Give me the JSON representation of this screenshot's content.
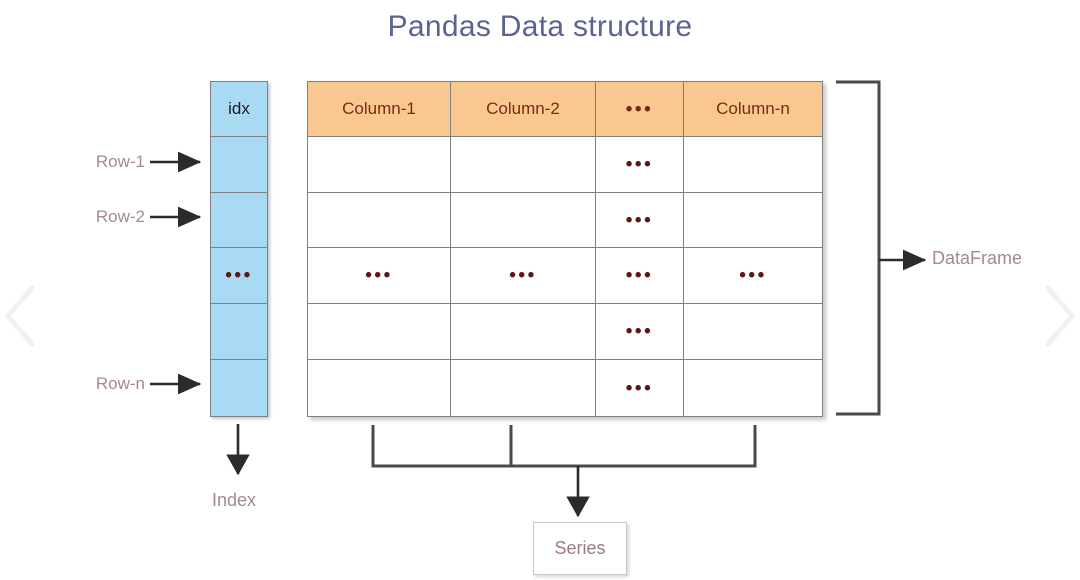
{
  "title": "Pandas Data structure",
  "index_column": {
    "header": "idx",
    "cells": [
      "",
      "",
      "•••",
      "",
      ""
    ],
    "fill_color": "#a9daf4",
    "border_color": "#7f7f7f",
    "label": "Index"
  },
  "table": {
    "headers": [
      "Column-1",
      "Column-2",
      "•••",
      "Column-n"
    ],
    "header_fill": "#f9c891",
    "header_text_color": "#7a2a14",
    "rows": [
      [
        "",
        "",
        "•••",
        ""
      ],
      [
        "",
        "",
        "•••",
        ""
      ],
      [
        "•••",
        "•••",
        "•••",
        "•••"
      ],
      [
        "",
        "",
        "•••",
        ""
      ],
      [
        "",
        "",
        "•••",
        ""
      ]
    ]
  },
  "row_labels": [
    "Row-1",
    "Row-2",
    "Row-n"
  ],
  "callouts": {
    "dataframe": "DataFrame",
    "series": "Series",
    "index": "Index"
  },
  "colors": {
    "title": "#5b6491",
    "label": "#a4889a",
    "dots": "#5e1616",
    "arrow": "#2b2b2b",
    "bracket": "#4a4a4a",
    "chevron": "#f2f2f2"
  },
  "icons": {
    "prev": "chevron-left-icon",
    "next": "chevron-right-icon"
  }
}
